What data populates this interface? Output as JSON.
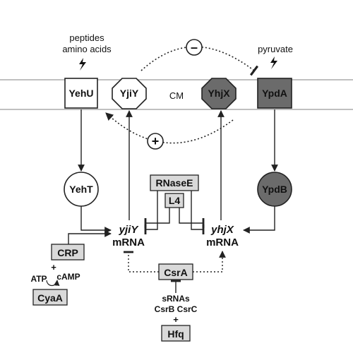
{
  "signals": {
    "left_line1": "peptides",
    "left_line2": "amino acids",
    "right": "pyruvate"
  },
  "membrane": {
    "label": "CM"
  },
  "regulation": {
    "minus": "–",
    "plus": "+"
  },
  "proteins": {
    "yehu": "YehU",
    "yjiy": "YjiY",
    "yhjx": "YhjX",
    "ypda": "YpdA",
    "yeht": "YehT",
    "ypdb": "YpdB",
    "rnasee": "RNaseE",
    "l4": "L4",
    "crp": "CRP",
    "cyaa": "CyaA",
    "csra": "CsrA",
    "hfq": "Hfq"
  },
  "mrna": {
    "yjiy_gene": "yjiY",
    "yhjx_gene": "yhjX",
    "label": "mRNA"
  },
  "metabolites": {
    "plus_sign": "+",
    "atp": "ATP",
    "camp": "cAMP"
  },
  "srnas": {
    "line1": "sRNAs",
    "line2": "CsrB CsrC",
    "line3": "+"
  },
  "colors": {
    "dark_fill": "#6b6b6b",
    "light_fill": "#d9d9d9",
    "white_fill": "#ffffff",
    "stroke": "#222222",
    "membrane_line": "#9a9a9a"
  }
}
